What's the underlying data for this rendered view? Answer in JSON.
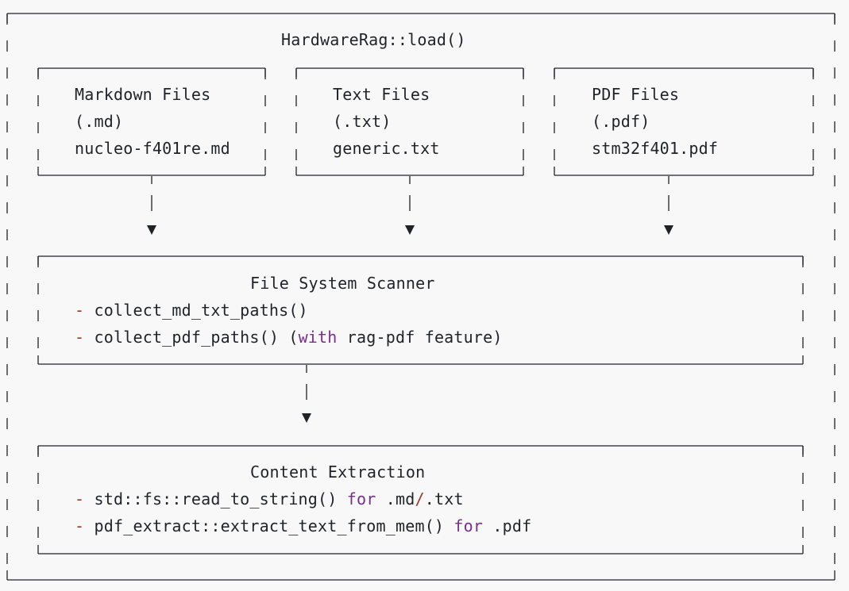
{
  "diagram": {
    "title": "HardwareRag::load()",
    "sources": [
      {
        "title": "Markdown Files",
        "ext": "(.md)",
        "file": "nucleo-f401re.md"
      },
      {
        "title": "Text Files",
        "ext": "(.txt)",
        "file": "generic.txt"
      },
      {
        "title": "PDF Files",
        "ext": "(.pdf)",
        "file": "stm32f401.pdf"
      }
    ],
    "scanner": {
      "title": "File System Scanner",
      "line1": {
        "bullet": "-",
        "text": "collect_md_txt_paths()"
      },
      "line2": {
        "bullet": "-",
        "pre": "collect_pdf_paths() (",
        "kw": "with",
        "post": " rag-pdf feature)"
      }
    },
    "extraction": {
      "title": "Content Extraction",
      "line1": {
        "bullet": "-",
        "pre": "std::fs::read_to_string() ",
        "kw": "for",
        "mid": " .md",
        "slash": "/",
        "post": ".txt"
      },
      "line2": {
        "bullet": "-",
        "pre": "pdf_extract::extract_text_from_mem() ",
        "kw": "for",
        "post": " .pdf"
      }
    },
    "colors": {
      "line": "#1f2328",
      "bullet": "#9a3a2a",
      "keyword": "#7a2e8e",
      "background": "#f8f8f8"
    }
  }
}
